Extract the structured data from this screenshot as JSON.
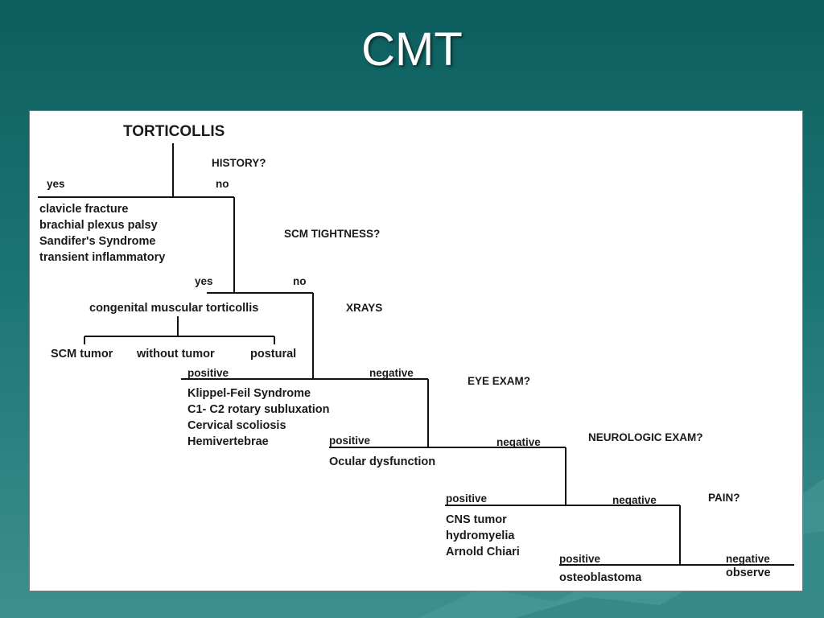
{
  "slide": {
    "title": "CMT"
  },
  "flowchart": {
    "root": "TORTICOLLIS",
    "history": {
      "question": "HISTORY?",
      "yes": "yes",
      "no": "no",
      "yes_outcomes": [
        "clavicle fracture",
        "brachial plexus palsy",
        "Sandifer's Syndrome",
        "transient inflammatory"
      ]
    },
    "scm": {
      "question": "SCM TIGHTNESS?",
      "yes": "yes",
      "no": "no",
      "yes_outcome": "congenital muscular torticollis",
      "subtypes": [
        "SCM tumor",
        "without tumor",
        "postural"
      ]
    },
    "xrays": {
      "question": "XRAYS",
      "positive": "positive",
      "negative": "negative",
      "positive_outcomes": [
        "Klippel-Feil Syndrome",
        "C1- C2 rotary subluxation",
        "Cervical scoliosis",
        "Hemivertebrae"
      ]
    },
    "eye": {
      "question": "EYE EXAM?",
      "positive": "positive",
      "negative": "negative",
      "positive_outcome": "Ocular dysfunction"
    },
    "neuro": {
      "question": "NEUROLOGIC EXAM?",
      "positive": "positive",
      "negative": "negative",
      "positive_outcomes": [
        "CNS tumor",
        "hydromyelia",
        "Arnold Chiari"
      ]
    },
    "pain": {
      "question": "PAIN?",
      "positive": "positive",
      "negative": "negative",
      "positive_outcome": "osteoblastoma",
      "negative_outcome": "observe"
    }
  }
}
